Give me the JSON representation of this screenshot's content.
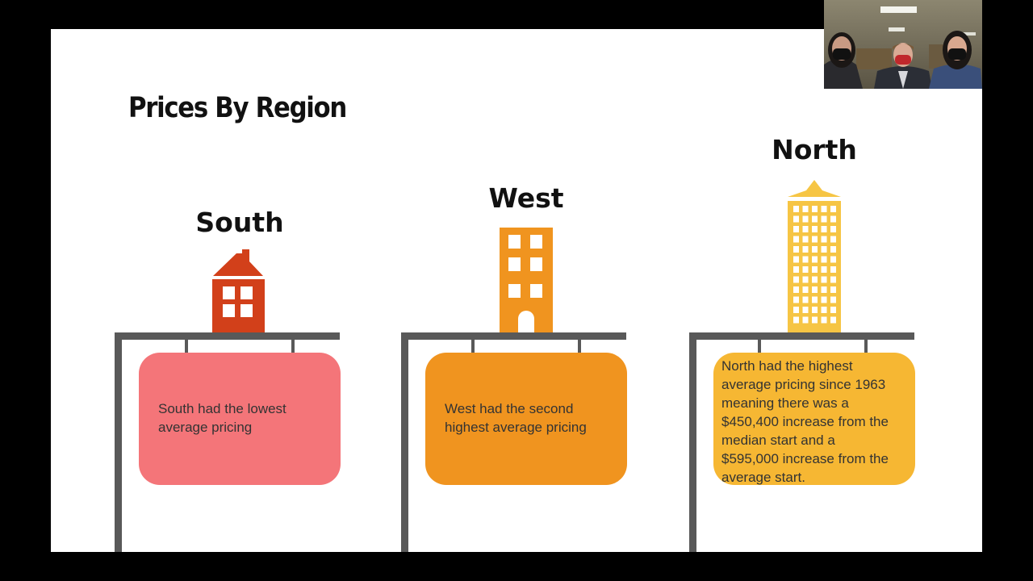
{
  "slide": {
    "title": "Prices By Region",
    "regions": [
      {
        "label": "South",
        "text_lines": [
          "South had the lowest",
          "average pricing"
        ],
        "sign_color": "#f47579",
        "building_color": "#d2401a"
      },
      {
        "label": "West",
        "text_lines": [
          "West had the second",
          "highest average pricing"
        ],
        "sign_color": "#f0941f",
        "building_color": "#f0941f"
      },
      {
        "label": "North",
        "text_lines": [
          "North had the highest",
          "average pricing since 1963",
          "meaning there was a",
          "$450,400 increase from the",
          "median start and a",
          "$595,000 increase from the",
          "average start."
        ],
        "sign_color": "#f6b733",
        "building_color": "#f6c544"
      }
    ],
    "post_color": "#595959"
  },
  "video_panel": {
    "participants": [
      "participant-left",
      "participant-center",
      "participant-right"
    ]
  }
}
